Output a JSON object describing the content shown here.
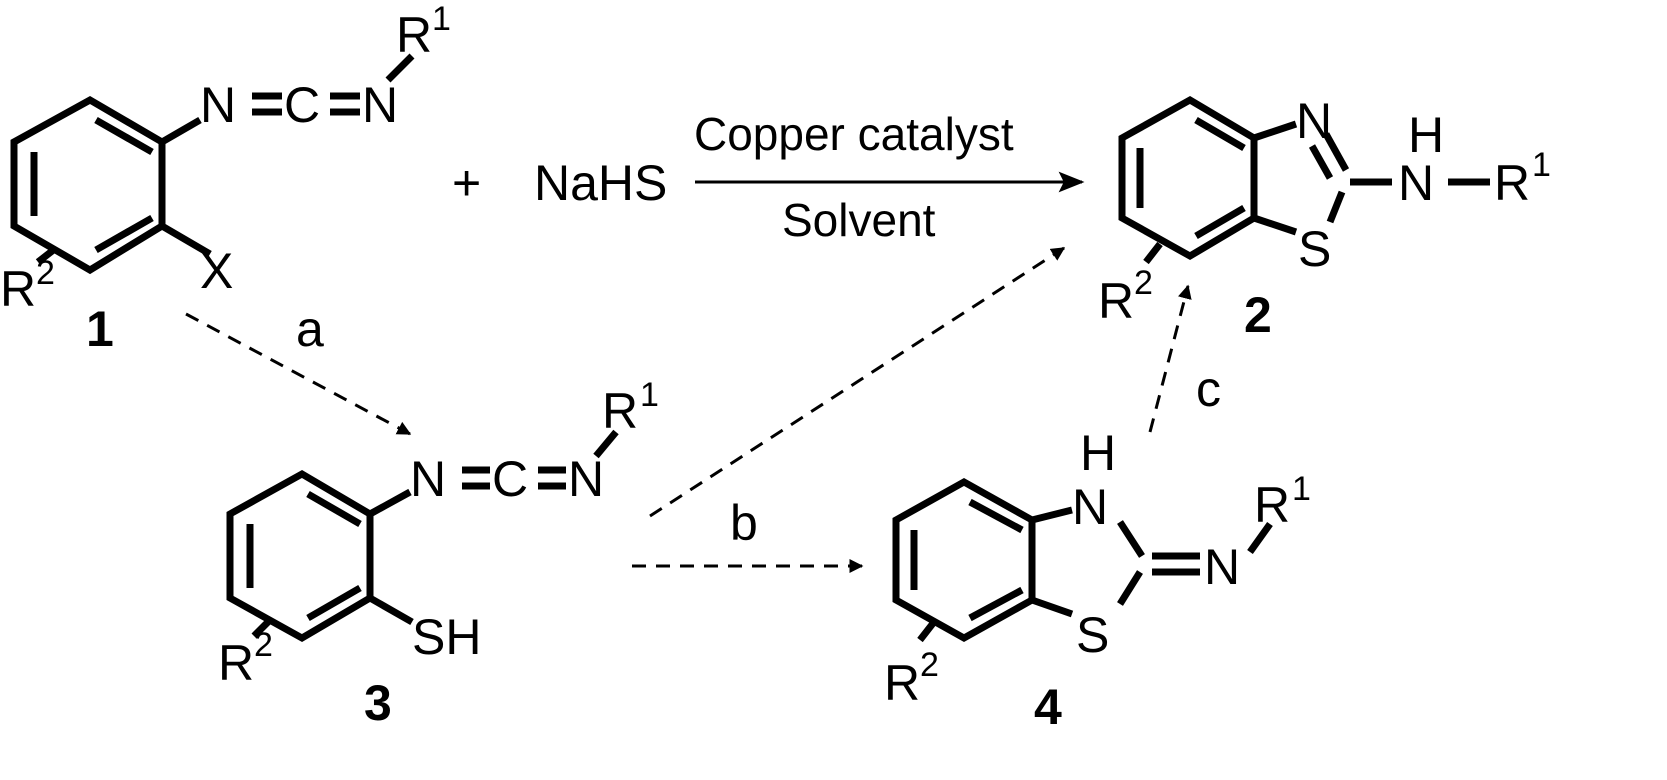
{
  "atoms": {
    "N": "N",
    "C": "C",
    "X": "X",
    "S": "S",
    "SH": "SH",
    "H": "H",
    "R": "R",
    "sup1": "1",
    "sup2": "2"
  },
  "reagent": {
    "plus": "+",
    "name": "NaHS"
  },
  "conditions": {
    "above": "Copper catalyst",
    "below": "Solvent"
  },
  "compounds": {
    "c1": "1",
    "c2": "2",
    "c3": "3",
    "c4": "4"
  },
  "pathways": {
    "a": "a",
    "b": "b",
    "c": "c"
  }
}
